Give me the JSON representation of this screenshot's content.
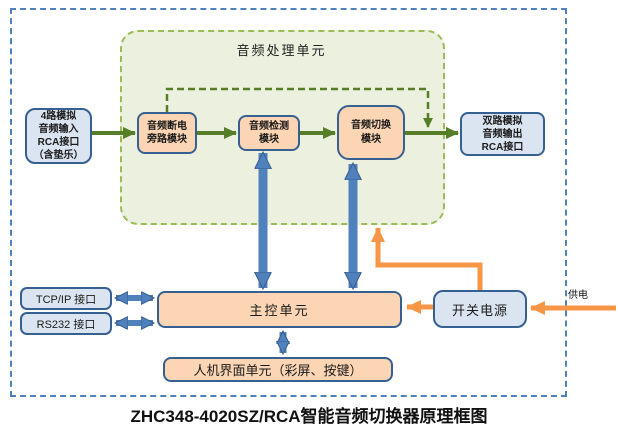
{
  "caption": "ZHC348-4020SZ/RCA智能音频切换器原理框图",
  "processing_unit": {
    "title": "音频处理单元"
  },
  "nodes": {
    "audio_input": {
      "lines": [
        "4路模拟",
        "音频输入",
        "RCA接口",
        "（含垫乐）"
      ]
    },
    "power_bypass": {
      "lines": [
        "音频断电",
        "旁路模块"
      ]
    },
    "audio_detect": {
      "lines": [
        "音频检测",
        "模块"
      ]
    },
    "audio_switch": {
      "lines": [
        "音频切换",
        "模块"
      ]
    },
    "audio_output": {
      "lines": [
        "双路模拟",
        "音频输出",
        "RCA接口"
      ]
    },
    "tcpip": {
      "label": "TCP/IP 接口"
    },
    "rs232": {
      "label": "RS232 接口"
    },
    "main_control": {
      "label": "主控单元"
    },
    "hmi": {
      "label": "人机界面单元（彩屏、按键）"
    },
    "psu": {
      "label": "开关电源"
    },
    "power_in": {
      "label": "供电"
    }
  },
  "colors": {
    "outer_border": "#4f81bd",
    "region_fill": "#ebf1de",
    "region_border": "#9bbb59",
    "module_fill": "#fcd5b4",
    "io_fill": "#dbe5f1",
    "box_border": "#376092",
    "green_arrow": "#567d28",
    "blue_arrow": "#4f81bd",
    "orange_arrow": "#f79646"
  }
}
